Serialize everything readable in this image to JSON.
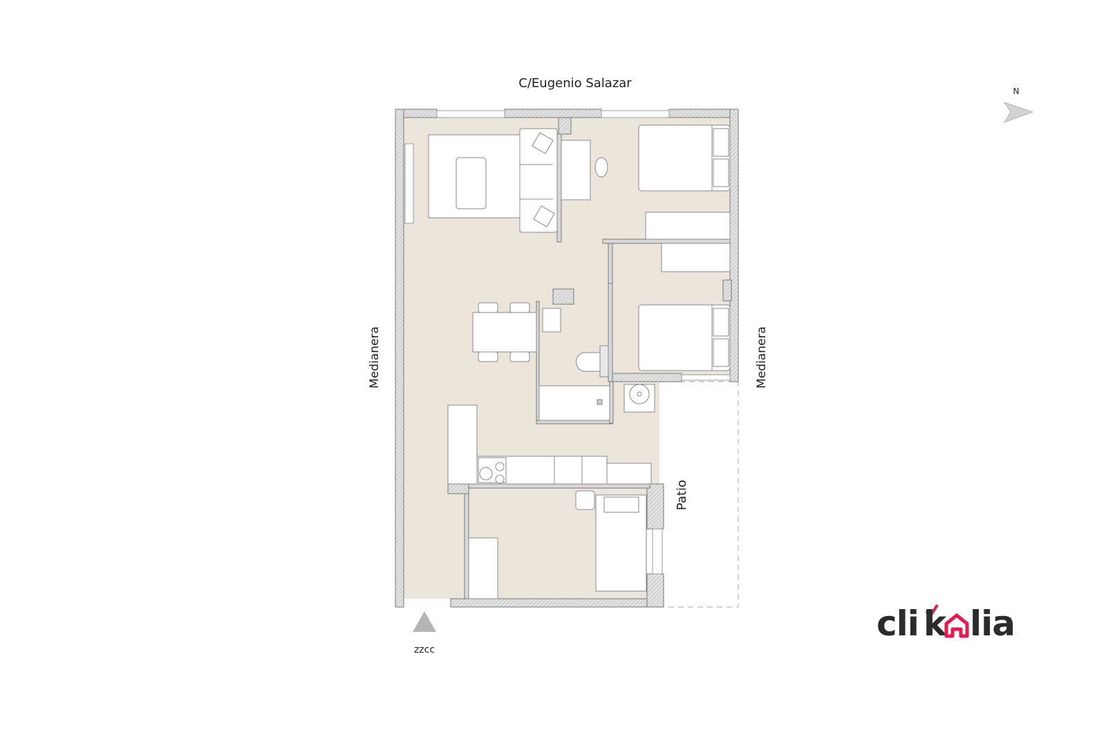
{
  "plan": {
    "street_label": "C/Eugenio Salazar",
    "left_label": "Medianera",
    "right_label": "Medianera",
    "patio_label": "Patio",
    "entrance_label": "zzcc",
    "north_label": "N"
  },
  "logo": {
    "text": "clikalia",
    "text_color": "#2b2b2b",
    "accent_color": "#e8194e"
  },
  "colors": {
    "floor": "#ece5db",
    "wall": "#cfcfcf",
    "line": "#8a8a8a"
  }
}
